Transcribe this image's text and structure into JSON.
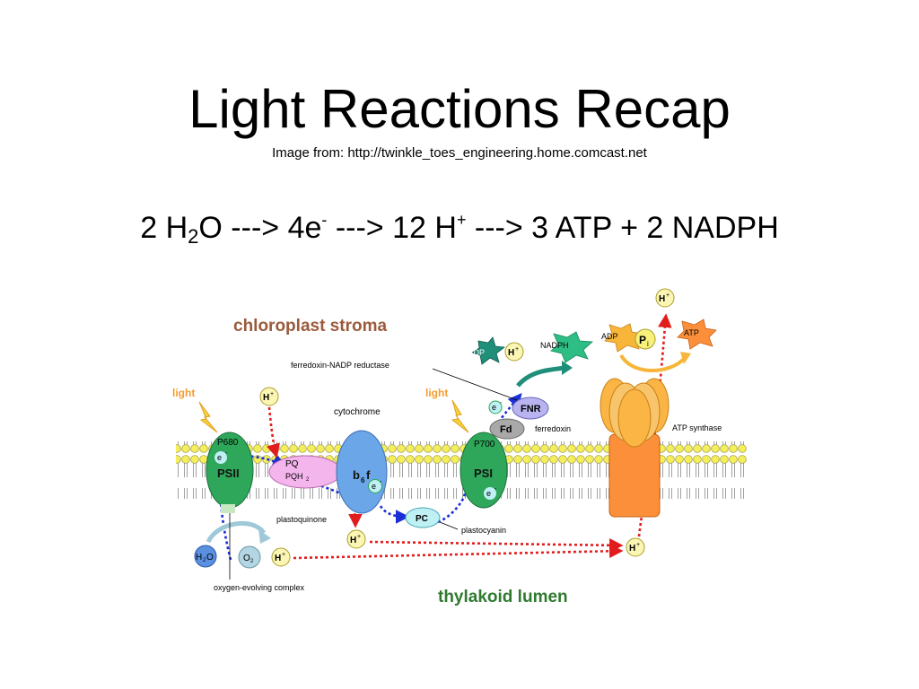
{
  "slide": {
    "title": "Light Reactions Recap",
    "credit": "Image from: http://twinkle_toes_engineering.home.comcast.net"
  },
  "equation": {
    "coef_water": "2 H",
    "water_sub": "2",
    "water_tail": "O ---> 4e",
    "electron_sup": "-",
    "arrow_protons": " ---> 12 H",
    "proton_sup": "+",
    "products": " ---> 3 ATP + 2 NADPH"
  },
  "diagram": {
    "stroma_label": "chloroplast stroma",
    "lumen_label": "thylakoid lumen",
    "light": "light",
    "psii": "PSII",
    "p680": "P680",
    "psi": "PSI",
    "p700": "P700",
    "electron": "e",
    "electron_charge": "-",
    "proton": "H",
    "proton_charge": "+",
    "pq": "PQ",
    "pqh2": "PQH",
    "pqh2_sub": "2",
    "plastoquinone": "plastoquinone",
    "cytochrome": "cytochrome",
    "b6f_b": "b",
    "b6f_sub": "6",
    "b6f_f": "f",
    "pc": "PC",
    "plastocyanin": "plastocyanin",
    "fd": "Fd",
    "ferredoxin": "ferredoxin",
    "fnr": "FNR",
    "fnr_label": "ferredoxin-NADP reductase",
    "nadp": "NADP",
    "nadph": "NADPH",
    "adp": "ADP",
    "atp": "ATP",
    "pi_p": "P",
    "pi_i": "i",
    "atp_synthase": "ATP synthase",
    "water_h": "H",
    "water_sub": "2",
    "water_o": "O",
    "oxygen_o": "O",
    "oxygen_sub": "2",
    "oec": "oxygen-evolving complex"
  },
  "colors": {
    "stroma_text": "#9b5a3c",
    "lumen_text": "#2f7a2f",
    "psii_green": "#2ea75a",
    "psi_green": "#2ea75a",
    "cytochrome_blue": "#6aa6e8",
    "pq_pink": "#f4b4ec",
    "pc_cyan": "#bff0f4",
    "fd_gray": "#a9a9a9",
    "fnr_lavender": "#b9b4f0",
    "proton_yellow": "#fbf6b4",
    "atp_synthase_orange": "#fb8f3a",
    "light_orange": "#f39c33",
    "electron_path_blue": "#1a2fd6",
    "proton_path_red": "#e21d1d",
    "membrane_head_yellow": "#f3ee5a"
  }
}
